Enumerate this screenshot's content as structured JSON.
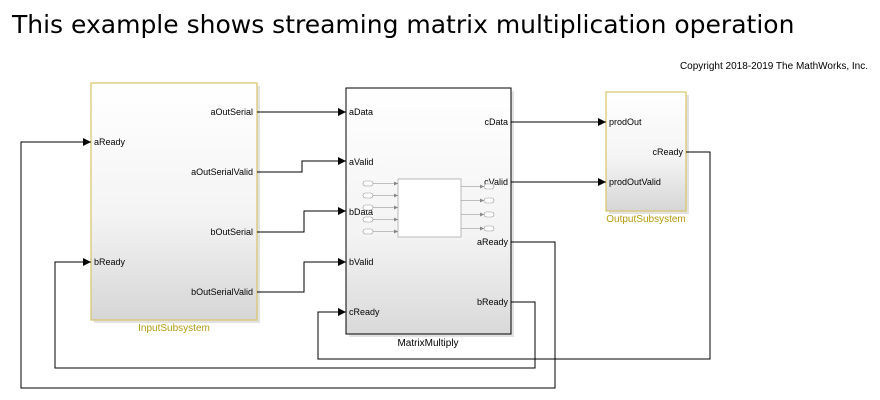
{
  "title": "This example shows streaming matrix multiplication operation",
  "copyright": "Copyright 2018-2019 The MathWorks, Inc.",
  "colors": {
    "subsystem_border": "#d9c46b",
    "subsystem_label": "#b59a12",
    "block_border": "#000000",
    "wire": "#000000"
  },
  "blocks": {
    "input": {
      "label": "InputSubsystem",
      "inputs": [
        "aReady",
        "bReady"
      ],
      "outputs": [
        "aOutSerial",
        "aOutSerialValid",
        "bOutSerial",
        "bOutSerialValid"
      ]
    },
    "matrix": {
      "label": "MatrixMultiply",
      "inputs": [
        "aData",
        "aValid",
        "bData",
        "bValid",
        "cReady"
      ],
      "outputs": [
        "cData",
        "cValid",
        "aReady",
        "bReady"
      ]
    },
    "output": {
      "label": "OutputSubsystem",
      "inputs": [
        "prodOut",
        "prodOutValid"
      ],
      "outputs": [
        "cReady"
      ]
    }
  }
}
